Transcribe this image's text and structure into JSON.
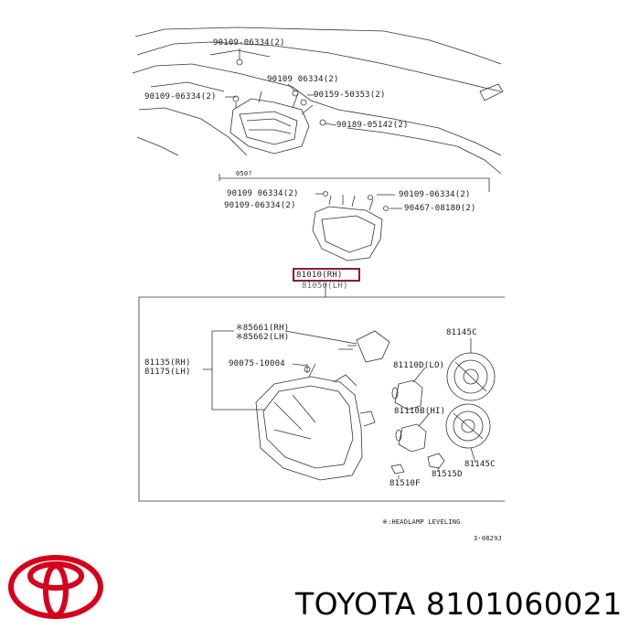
{
  "diagram": {
    "top_callouts": [
      {
        "id": "c1",
        "text": "90109-06334(2)"
      },
      {
        "id": "c2",
        "text": "90109 06334(2)"
      },
      {
        "id": "c3",
        "text": "90109-06334(2)"
      },
      {
        "id": "c4",
        "text": "90159-50353(2)"
      },
      {
        "id": "c5",
        "text": "90189-05142(2)"
      }
    ],
    "mid_label": "050?",
    "mid_callouts": [
      {
        "id": "m1",
        "text": "90109 06334(2)"
      },
      {
        "id": "m2",
        "text": "90109-06334(2)"
      },
      {
        "id": "m3",
        "text": "90109-06334(2)"
      },
      {
        "id": "m4",
        "text": "90467-08180(2)"
      }
    ],
    "assembly": {
      "main_part": "81010(RH)",
      "main_part_alt": "81050(LH)"
    },
    "detail_callouts": [
      {
        "id": "d1",
        "text": "※85661(RH)"
      },
      {
        "id": "d2",
        "text": "※85662(LH)"
      },
      {
        "id": "d3",
        "text": "81135(RH)"
      },
      {
        "id": "d4",
        "text": "81175(LH)"
      },
      {
        "id": "d5",
        "text": "90075-10004"
      },
      {
        "id": "d6",
        "text": "81145C"
      },
      {
        "id": "d7",
        "text": "81110D(LO)"
      },
      {
        "id": "d8",
        "text": "81110B(HI)"
      },
      {
        "id": "d9",
        "text": "81145C"
      },
      {
        "id": "d10",
        "text": "81515D"
      },
      {
        "id": "d11",
        "text": "81510F"
      }
    ],
    "footnote": "※:HEADLAMP LEVELING",
    "figure_code": "3·0829J"
  },
  "brand": {
    "logo_icon": "toyota-logo-icon",
    "logo_color": "#d6001c",
    "text": "TOYOTA 8101060021"
  }
}
